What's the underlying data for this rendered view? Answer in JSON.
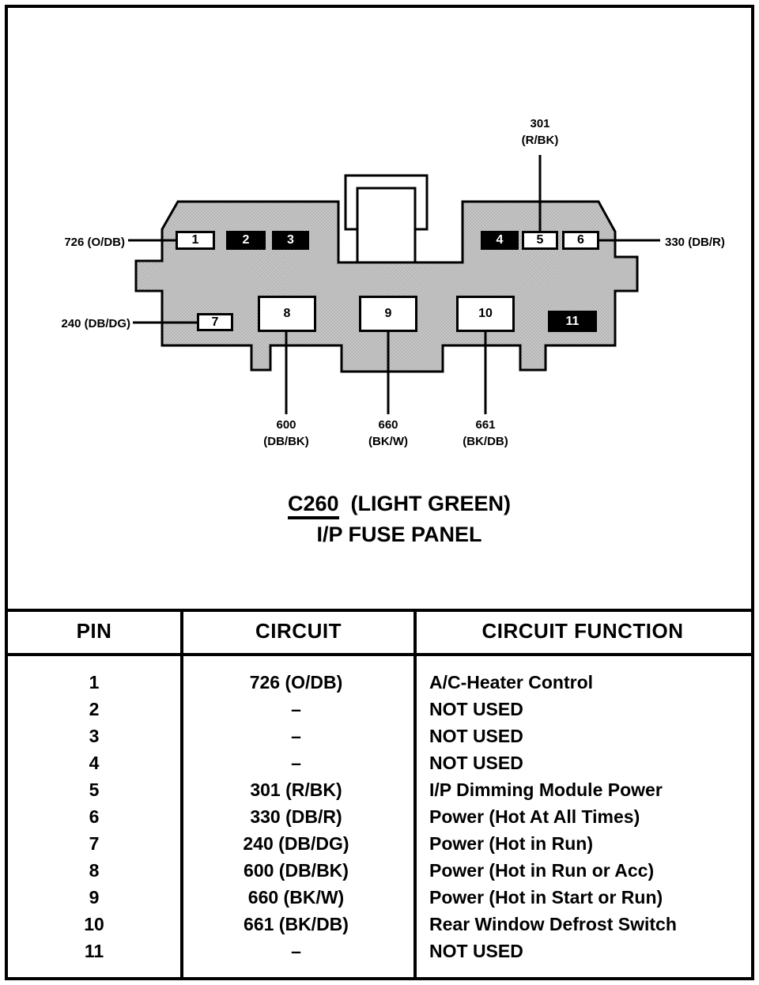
{
  "diagram": {
    "connector_labels": {
      "pin1_wire": "726 (O/DB)",
      "pin7_wire": "240 (DB/DG)",
      "pin5_wire_top": "301",
      "pin5_wire_bottom": "(R/BK)",
      "pin6_wire": "330 (DB/R)",
      "pin8_wire_top": "600",
      "pin8_wire_bottom": "(DB/BK)",
      "pin9_wire_top": "660",
      "pin9_wire_bottom": "(BK/W)",
      "pin10_wire_top": "661",
      "pin10_wire_bottom": "(BK/DB)"
    },
    "pins": [
      {
        "num": "1",
        "filled": false
      },
      {
        "num": "2",
        "filled": true
      },
      {
        "num": "3",
        "filled": true
      },
      {
        "num": "4",
        "filled": true
      },
      {
        "num": "5",
        "filled": false
      },
      {
        "num": "6",
        "filled": false
      },
      {
        "num": "7",
        "filled": false
      },
      {
        "num": "8",
        "filled": false
      },
      {
        "num": "9",
        "filled": false
      },
      {
        "num": "10",
        "filled": false
      },
      {
        "num": "11",
        "filled": true
      }
    ],
    "title": {
      "code": "C260",
      "color_note": "(LIGHT GREEN)",
      "subtitle": "I/P FUSE PANEL"
    },
    "colors": {
      "connector_body": "#c4c4c4",
      "outline": "#000000"
    }
  },
  "table": {
    "headers": [
      "PIN",
      "CIRCUIT",
      "CIRCUIT FUNCTION"
    ],
    "rows": [
      {
        "pin": "1",
        "circuit": "726 (O/DB)",
        "function": "A/C-Heater Control"
      },
      {
        "pin": "2",
        "circuit": "–",
        "function": "NOT USED"
      },
      {
        "pin": "3",
        "circuit": "–",
        "function": "NOT USED"
      },
      {
        "pin": "4",
        "circuit": "–",
        "function": "NOT USED"
      },
      {
        "pin": "5",
        "circuit": "301 (R/BK)",
        "function": "I/P Dimming Module Power"
      },
      {
        "pin": "6",
        "circuit": "330 (DB/R)",
        "function": "Power (Hot At All Times)"
      },
      {
        "pin": "7",
        "circuit": "240 (DB/DG)",
        "function": "Power (Hot in Run)"
      },
      {
        "pin": "8",
        "circuit": "600 (DB/BK)",
        "function": "Power (Hot in Run or Acc)"
      },
      {
        "pin": "9",
        "circuit": "660 (BK/W)",
        "function": "Power (Hot in Start or Run)"
      },
      {
        "pin": "10",
        "circuit": "661 (BK/DB)",
        "function": "Rear Window Defrost Switch"
      },
      {
        "pin": "11",
        "circuit": "–",
        "function": "NOT USED"
      }
    ]
  }
}
